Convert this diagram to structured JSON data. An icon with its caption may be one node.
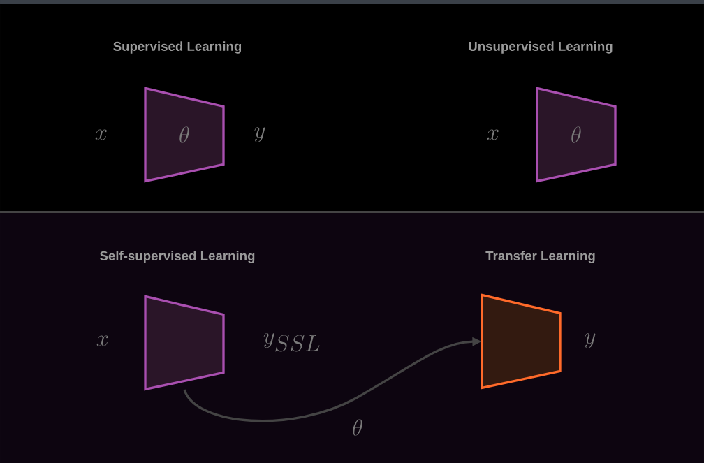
{
  "diagram": {
    "nodes": [
      {
        "text": [
          "\\theta"
        ]
      },
      {
        "text": [
          "\\theta"
        ]
      },
      {
        "text": [],
        "shape": "trapezoid"
      },
      {
        "text": [],
        "shape": "trapezoid"
      }
    ],
    "edges": [
      {
        "from": 2,
        "to": 3,
        "arrow": "to",
        "label": "\\theta"
      }
    ],
    "labels": [
      "Supervised Learning",
      "Unsupervised Learning",
      "x",
      "y",
      "x",
      "Self-supervised Learning",
      "Transfer Learning",
      "x",
      "y_{SSL}",
      "y"
    ]
  }
}
